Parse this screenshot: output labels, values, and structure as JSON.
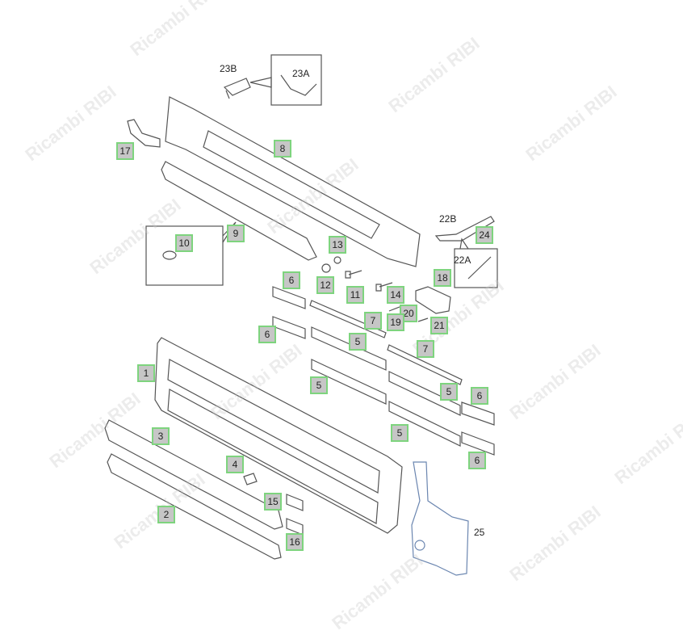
{
  "watermark": "Ricambi RIBI",
  "colors": {
    "label_fill": "#c6c6c6",
    "label_border": "#7ed47e",
    "line": "#555555"
  },
  "callouts": {
    "p23B": "23B",
    "p23A": "23A",
    "p17": "17",
    "p8": "8",
    "p9": "9",
    "p10": "10",
    "p22B": "22B",
    "p24": "24",
    "p22A": "22A",
    "p13": "13",
    "p12": "12",
    "p11": "11",
    "p14": "14",
    "p18": "18",
    "p20": "20",
    "p19": "19",
    "p21": "21",
    "p6a": "6",
    "p6b": "6",
    "p7a": "7",
    "p5a": "5",
    "p7b": "7",
    "p1": "1",
    "p5b": "5",
    "p5c": "5",
    "p6c": "6",
    "p3": "3",
    "p5d": "5",
    "p6d": "6",
    "p4": "4",
    "p15": "15",
    "p2": "2",
    "p16": "16",
    "p25": "25"
  }
}
